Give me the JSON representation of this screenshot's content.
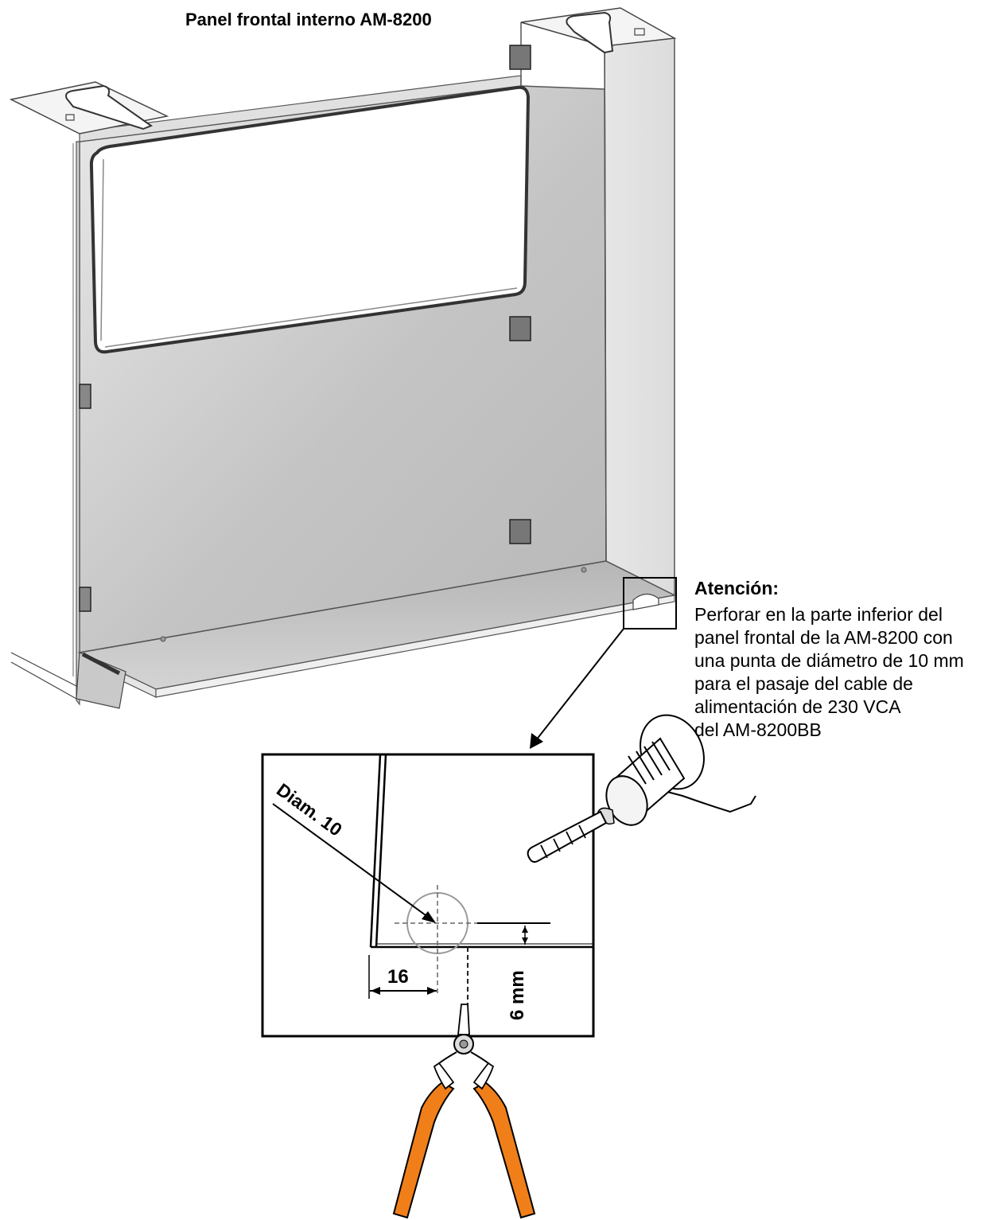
{
  "title": "Panel frontal interno AM-8200",
  "note": {
    "heading": "Atención:",
    "lines": [
      "Perforar en la parte inferior del",
      "panel frontal de la AM-8200 con",
      "una punta de diámetro de 10 mm",
      "para el pasaje del cable de",
      "alimentación de 230 VCA",
      "del AM-8200BB"
    ]
  },
  "detail": {
    "diameter_label": "Diam. 10",
    "horizontal_dimension": "16",
    "vertical_dimension": "6 mm"
  },
  "colors": {
    "plier_handles": "#f07f1a",
    "panel_fill": "#c8c8c8",
    "outline": "#000000"
  },
  "icons": [
    "drill-chuck-icon",
    "pliers-icon"
  ]
}
